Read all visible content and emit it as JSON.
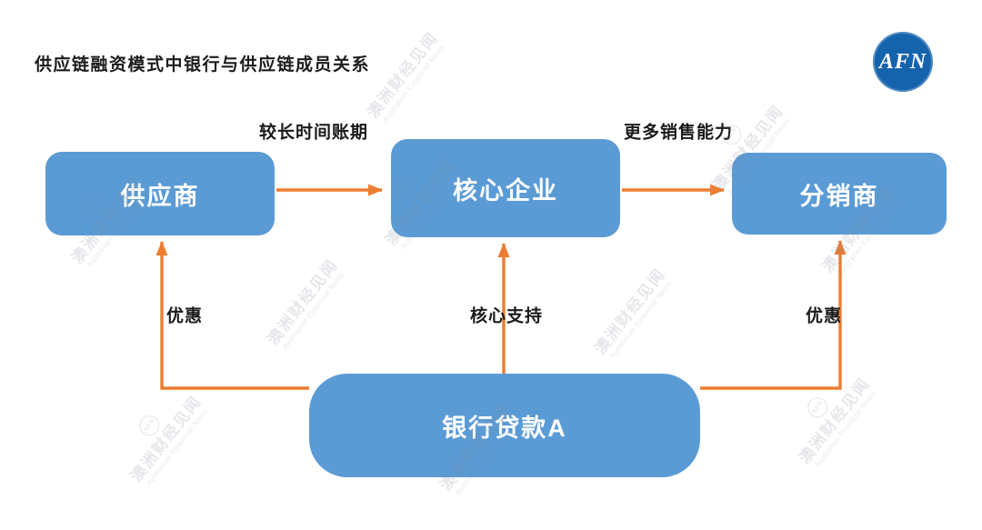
{
  "title": "供应链融资模式中银行与供应链成员关系",
  "logo": {
    "text": "AFN"
  },
  "nodes": {
    "supplier": "供应商",
    "core": "核心企业",
    "distributor": "分销商",
    "bank": "银行贷款A"
  },
  "edges": {
    "supplier_to_core": "较长时间账期",
    "core_to_distributor": "更多销售能力",
    "bank_to_supplier": "优惠",
    "bank_to_core": "核心支持",
    "bank_to_distributor": "优惠"
  },
  "watermark": {
    "cn": "澳洲财经见闻",
    "en": "Australian Financial News",
    "logo": "AFN"
  },
  "colors": {
    "node_fill": "#5B9BD5",
    "arrow": "#ED7D31",
    "logo_bg": "#1463AC",
    "label_color": "#1a1a1a"
  }
}
